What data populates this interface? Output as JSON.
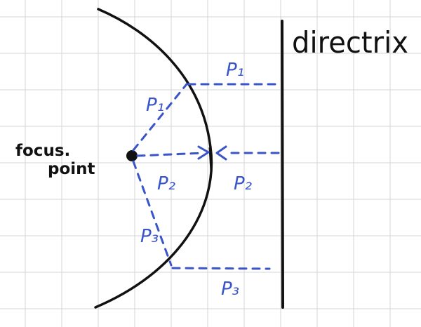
{
  "labels": {
    "directrix": "directrix",
    "focus_line1": "focus.",
    "focus_line2": "point",
    "p1_right": "P₁",
    "p1_left": "P₁",
    "p2_left": "P₂",
    "p2_right": "P₂",
    "p3_left": "P₃",
    "p3_bottom": "P₃"
  },
  "colors": {
    "ink": "#111111",
    "blue": "#3a55c8",
    "grid": "#d6d6d6",
    "background": "#ffffff"
  }
}
